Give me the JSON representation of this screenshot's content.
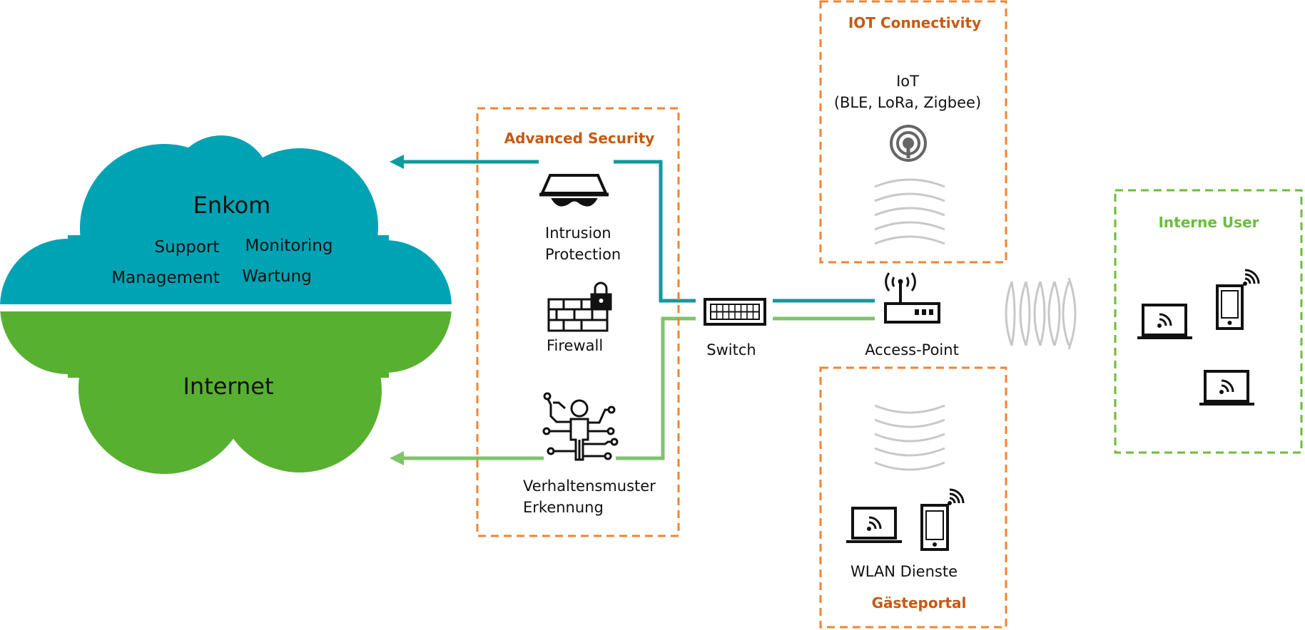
{
  "colors": {
    "enkom_cloud": "#00A3B4",
    "internet_cloud": "#58B031",
    "teal_line": "#0E9A9E",
    "green_line": "#7FC36B",
    "orange_dash": "#EE8534",
    "orange_title": "#C55A11",
    "green_dash": "#6BBD3A",
    "green_title": "#6BBD3A",
    "wave_gray": "#C8C8C8"
  },
  "cloud": {
    "enkom_title": "Enkom",
    "services": [
      "Support",
      "Monitoring",
      "Management",
      "Wartung"
    ],
    "internet_title": "Internet"
  },
  "advanced_security": {
    "title": "Advanced Security",
    "items": [
      {
        "icon": "spy-icon",
        "label_lines": [
          "Intrusion",
          "Protection"
        ]
      },
      {
        "icon": "firewall-lock-icon",
        "label_lines": [
          "Firewall"
        ]
      },
      {
        "icon": "person-circuit-icon",
        "label_lines": [
          "Verhaltensmuster",
          "Erkennung"
        ]
      }
    ]
  },
  "switch": {
    "label": "Switch",
    "icon": "switch-icon"
  },
  "access_point": {
    "label": "Access-Point",
    "icon": "router-icon"
  },
  "iot": {
    "title": "IOT Connectivity",
    "label_lines": [
      "IoT",
      "(BLE, LoRa, Zigbee)"
    ],
    "icon": "radio-signal-icon"
  },
  "guest": {
    "services_label": "WLAN Dienste",
    "title": "Gästeportal"
  },
  "internal": {
    "title": "Interne User"
  }
}
